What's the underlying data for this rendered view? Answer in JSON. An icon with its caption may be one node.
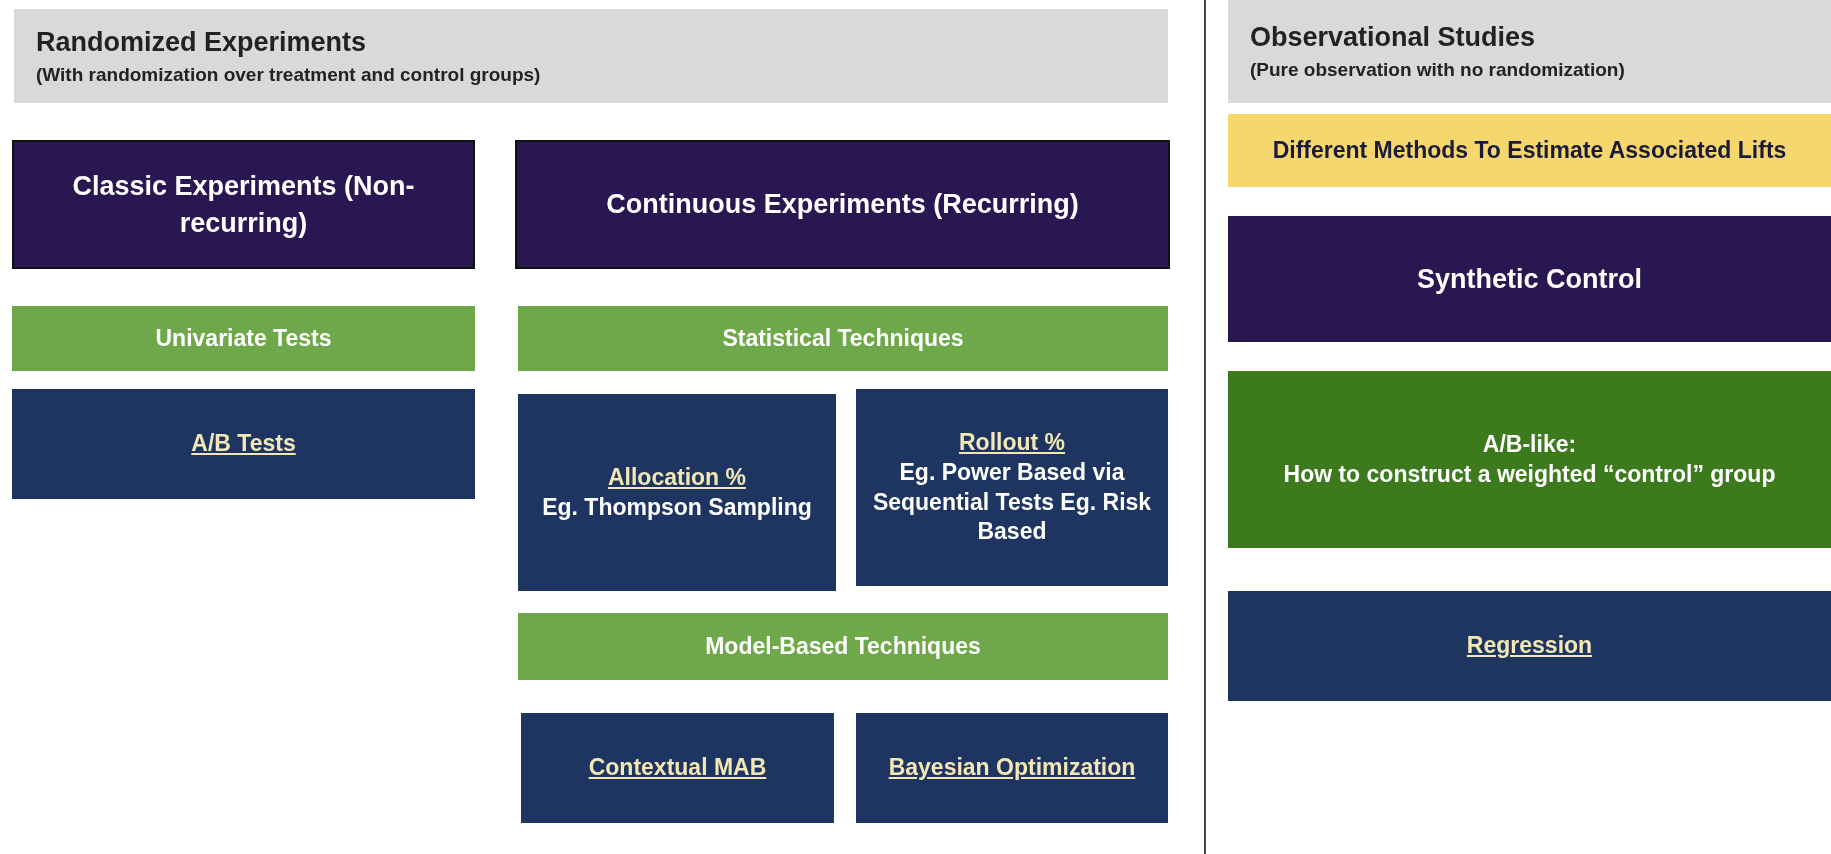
{
  "diagram": {
    "nodes": [
      {
        "text": [
          "Randomized Experiments",
          "(With randomization over treatment and control groups)"
        ]
      },
      {
        "text": [
          "Classic Experiments (Non-recurring)"
        ]
      },
      {
        "text": [
          "Continuous Experiments (Recurring)"
        ]
      },
      {
        "text": [
          "Univariate Tests"
        ]
      },
      {
        "text": [
          "A/B Tests"
        ]
      },
      {
        "text": [
          "Statistical Techniques"
        ]
      },
      {
        "text": [
          "Allocation %",
          "Eg. Thompson Sampling"
        ]
      },
      {
        "text": [
          "Rollout %",
          "Eg. Power Based via Sequential Tests Eg. Risk Based"
        ]
      },
      {
        "text": [
          "Model-Based Techniques"
        ]
      },
      {
        "text": [
          "Contextual MAB"
        ]
      },
      {
        "text": [
          "Bayesian Optimization"
        ]
      },
      {
        "text": [
          "Observational Studies",
          "(Pure observation with no randomization)"
        ]
      },
      {
        "text": [
          "Different Methods To Estimate Associated Lifts"
        ]
      },
      {
        "text": [
          "Synthetic Control"
        ]
      },
      {
        "text": [
          "A/B-like:",
          "How to construct a weighted “control” group"
        ]
      },
      {
        "text": [
          "Regression"
        ]
      }
    ],
    "edges": []
  }
}
